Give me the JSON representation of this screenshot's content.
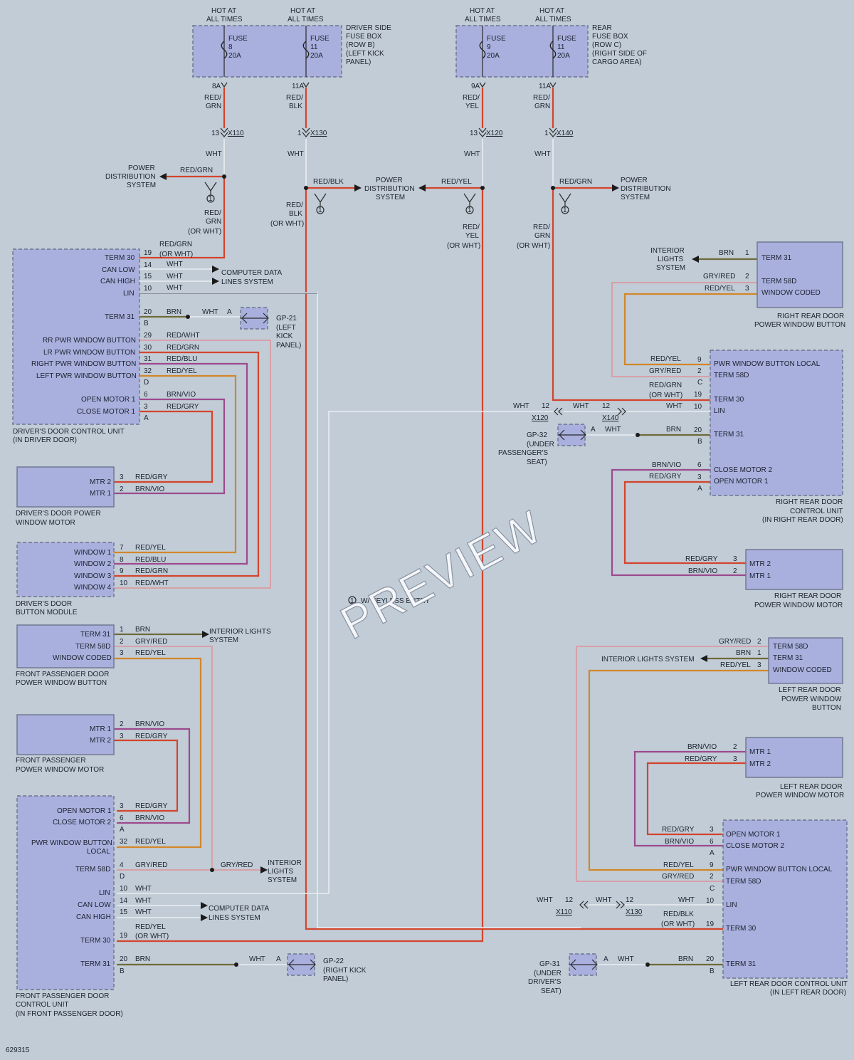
{
  "figure_id": "629315",
  "watermark": "PREVIEW",
  "footnote": "W/ KEYLESS ENTRY",
  "hot": "HOT AT",
  "all_times": "ALL TIMES",
  "fuse_word": "FUSE",
  "fuse_box_driver": [
    "DRIVER SIDE",
    "FUSE BOX",
    "(ROW B)",
    "(LEFT KICK",
    "PANEL)"
  ],
  "fuse_box_rear": [
    "REAR",
    "FUSE BOX",
    "(ROW C)",
    "(RIGHT SIDE OF",
    "CARGO AREA)"
  ],
  "fuses": [
    {
      "num": "8",
      "amp": "20A",
      "pin": "8A",
      "wire": [
        "RED/",
        "GRN"
      ],
      "conn_pin": "13",
      "conn": "X110"
    },
    {
      "num": "11",
      "amp": "20A",
      "pin": "11A",
      "wire": [
        "RED/",
        "BLK"
      ],
      "conn_pin": "1",
      "conn": "X130"
    },
    {
      "num": "9",
      "amp": "20A",
      "pin": "9A",
      "wire": [
        "RED/",
        "YEL"
      ],
      "conn_pin": "13",
      "conn": "X120"
    },
    {
      "num": "11",
      "amp": "20A",
      "pin": "11A",
      "wire": [
        "RED/",
        "GRN"
      ],
      "conn_pin": "1",
      "conn": "X140"
    }
  ],
  "wht": "WHT",
  "power_dist": [
    "POWER",
    "DISTRIBUTION",
    "SYSTEM"
  ],
  "splice_labels": {
    "s1_left": "RED/GRN",
    "s1_down": [
      "RED/",
      "GRN",
      "(OR WHT)"
    ],
    "s2_right": "RED/BLK",
    "s2_down": [
      "RED/",
      "BLK",
      "(OR WHT)"
    ],
    "s3_left": "RED/YEL",
    "s3_down": [
      "RED/",
      "YEL",
      "(OR WHT)"
    ],
    "s4_right": "RED/GRN",
    "s4_down": [
      "RED/",
      "GRN",
      "(OR WHT)"
    ]
  },
  "computer_data": [
    "COMPUTER DATA",
    "LINES SYSTEM"
  ],
  "interior_lights": [
    "INTERIOR LIGHTS",
    "SYSTEM"
  ],
  "interior_lights_3": [
    "INTERIOR",
    "LIGHTS",
    "SYSTEM"
  ],
  "interior_lights_single": "INTERIOR LIGHTS SYSTEM",
  "dcu": {
    "caption": [
      "DRIVER'S DOOR CONTROL UNIT",
      "(IN DRIVER DOOR)"
    ],
    "rows": [
      {
        "label": "TERM 30",
        "pin": "19",
        "wire": "RED/GRN",
        "wire2": "(OR WHT)"
      },
      {
        "label": "CAN LOW",
        "pin": "14",
        "wire": "WHT"
      },
      {
        "label": "CAN HIGH",
        "pin": "15",
        "wire": "WHT"
      },
      {
        "label": "LIN",
        "pin": "10",
        "wire": "WHT"
      },
      {
        "label": "TERM 31",
        "pin": "20",
        "wire": "BRN",
        "conn": "B"
      },
      {
        "label": "RR PWR WINDOW BUTTON",
        "pin": "29",
        "wire": "RED/WHT"
      },
      {
        "label": "LR PWR WINDOW BUTTON",
        "pin": "30",
        "wire": "RED/GRN"
      },
      {
        "label": "RIGHT PWR WINDOW BUTTON",
        "pin": "31",
        "wire": "RED/BLU"
      },
      {
        "label": "LEFT PWR WINDOW BUTTON",
        "pin": "32",
        "wire": "RED/YEL",
        "conn": "D"
      },
      {
        "label": "OPEN MOTOR 1",
        "pin": "6",
        "wire": "BRN/VIO"
      },
      {
        "label": "CLOSE MOTOR 1",
        "pin": "3",
        "wire": "RED/GRY",
        "conn": "A"
      }
    ]
  },
  "gp21": {
    "wire": "WHT",
    "pin": "A",
    "name": [
      "GP-21",
      "(LEFT",
      "KICK",
      "PANEL)"
    ]
  },
  "dpwm": {
    "caption": [
      "DRIVER'S DOOR POWER",
      "WINDOW MOTOR"
    ],
    "rows": [
      {
        "label": "MTR 2",
        "pin": "3",
        "wire": "RED/GRY"
      },
      {
        "label": "MTR 1",
        "pin": "2",
        "wire": "BRN/VIO"
      }
    ]
  },
  "dbm": {
    "caption": [
      "DRIVER'S DOOR",
      "BUTTON MODULE"
    ],
    "rows": [
      {
        "label": "WINDOW 1",
        "pin": "7",
        "wire": "RED/YEL"
      },
      {
        "label": "WINDOW 2",
        "pin": "8",
        "wire": "RED/BLU"
      },
      {
        "label": "WINDOW 3",
        "pin": "9",
        "wire": "RED/GRN"
      },
      {
        "label": "WINDOW 4",
        "pin": "10",
        "wire": "RED/WHT"
      }
    ]
  },
  "fpb": {
    "caption": [
      "FRONT PASSENGER DOOR",
      "POWER WINDOW BUTTON"
    ],
    "rows": [
      {
        "label": "TERM 31",
        "pin": "1",
        "wire": "BRN"
      },
      {
        "label": "TERM 58D",
        "pin": "2",
        "wire": "GRY/RED"
      },
      {
        "label": "WINDOW CODED",
        "pin": "3",
        "wire": "RED/YEL"
      }
    ]
  },
  "fpm": {
    "caption": [
      "FRONT PASSENGER",
      "POWER WINDOW MOTOR"
    ],
    "rows": [
      {
        "label": "MTR 1",
        "pin": "2",
        "wire": "BRN/VIO"
      },
      {
        "label": "MTR 2",
        "pin": "3",
        "wire": "RED/GRY"
      }
    ]
  },
  "fpcu": {
    "caption": [
      "FRONT PASSENGER DOOR",
      "CONTROL UNIT",
      "(IN FRONT PASSENGER DOOR)"
    ],
    "rows": [
      {
        "label": "OPEN MOTOR 1",
        "pin": "3",
        "wire": "RED/GRY"
      },
      {
        "label": "CLOSE MOTOR 2",
        "pin": "6",
        "wire": "BRN/VIO",
        "conn": "A"
      },
      {
        "label": "PWR WINDOW BUTTON",
        "label2": "LOCAL",
        "pin": "32",
        "wire": "RED/YEL"
      },
      {
        "label": "TERM 58D",
        "pin": "4",
        "wire": "GRY/RED",
        "conn": "D"
      },
      {
        "label": "LIN",
        "pin": "10",
        "wire": "WHT"
      },
      {
        "label": "CAN LOW",
        "pin": "14",
        "wire": "WHT"
      },
      {
        "label": "CAN HIGH",
        "pin": "15",
        "wire": "WHT"
      },
      {
        "label": "TERM 30",
        "pin": "19",
        "wire": "RED/YEL",
        "wire2": "(OR WHT)"
      },
      {
        "label": "TERM 31",
        "pin": "20",
        "wire": "BRN",
        "conn": "B"
      }
    ],
    "gry_red": "GRY/RED"
  },
  "gp22": {
    "wire": "WHT",
    "pin": "A",
    "name": [
      "GP-22",
      "(RIGHT KICK",
      "PANEL)"
    ]
  },
  "rrb": {
    "caption": [
      "RIGHT REAR DOOR",
      "POWER WINDOW BUTTON"
    ],
    "rows": [
      {
        "label": "TERM 31",
        "pin": "1",
        "wire": "BRN"
      },
      {
        "label": "TERM 58D",
        "pin": "2",
        "wire": "GRY/RED"
      },
      {
        "label": "WINDOW CODED",
        "pin": "3",
        "wire": "RED/YEL"
      }
    ]
  },
  "rrcu": {
    "caption": [
      "RIGHT REAR DOOR",
      "CONTROL UNIT",
      "(IN RIGHT REAR DOOR)"
    ],
    "rows": [
      {
        "label": "PWR WINDOW BUTTON LOCAL",
        "pin": "9",
        "wire": "RED/YEL"
      },
      {
        "label": "TERM 58D",
        "pin": "2",
        "wire": "GRY/RED",
        "conn": "C"
      },
      {
        "label": "TERM 30",
        "pin": "19",
        "wire": "RED/GRN",
        "wire2": "(OR WHT)"
      },
      {
        "label": "LIN",
        "pin": "10",
        "wire": "WHT"
      },
      {
        "label": "TERM 31",
        "pin": "20",
        "wire": "BRN",
        "conn": "B"
      },
      {
        "label": "CLOSE MOTOR 2",
        "pin": "6",
        "wire": "BRN/VIO"
      },
      {
        "label": "OPEN MOTOR 1",
        "pin": "3",
        "wire": "RED/GRY",
        "conn": "A"
      }
    ],
    "lin_path": {
      "p1": "12",
      "c1": "X120",
      "w2": "WHT",
      "p2": "12",
      "c2": "X140"
    }
  },
  "gp32": {
    "wire": "WHT",
    "pin": "A",
    "name": [
      "GP-32",
      "(UNDER",
      "PASSENGER'S",
      "SEAT)"
    ]
  },
  "rrm": {
    "caption": [
      "RIGHT REAR DOOR",
      "POWER WINDOW MOTOR"
    ],
    "rows": [
      {
        "label": "MTR 2",
        "pin": "3",
        "wire": "RED/GRY"
      },
      {
        "label": "MTR 1",
        "pin": "2",
        "wire": "BRN/VIO"
      }
    ]
  },
  "lrb": {
    "caption": [
      "LEFT REAR DOOR",
      "POWER WINDOW",
      "BUTTON"
    ],
    "rows": [
      {
        "label": "TERM 58D",
        "pin": "2",
        "wire": "GRY/RED"
      },
      {
        "label": "TERM 31",
        "pin": "1",
        "wire": "BRN"
      },
      {
        "label": "WINDOW CODED",
        "pin": "3",
        "wire": "RED/YEL"
      }
    ]
  },
  "lrm": {
    "caption": [
      "LEFT REAR DOOR",
      "POWER WINDOW MOTOR"
    ],
    "rows": [
      {
        "label": "MTR 1",
        "pin": "2",
        "wire": "BRN/VIO"
      },
      {
        "label": "MTR 2",
        "pin": "3",
        "wire": "RED/GRY"
      }
    ]
  },
  "lrcu": {
    "caption": [
      "LEFT REAR DOOR CONTROL UNIT",
      "(IN LEFT REAR DOOR)"
    ],
    "rows": [
      {
        "label": "OPEN MOTOR 1",
        "pin": "3",
        "wire": "RED/GRY"
      },
      {
        "label": "CLOSE MOTOR 2",
        "pin": "6",
        "wire": "BRN/VIO",
        "conn": "A"
      },
      {
        "label": "PWR WINDOW BUTTON LOCAL",
        "pin": "9",
        "wire": "RED/YEL"
      },
      {
        "label": "TERM 58D",
        "pin": "2",
        "wire": "GRY/RED",
        "conn": "C"
      },
      {
        "label": "LIN",
        "pin": "10",
        "wire": "WHT"
      },
      {
        "label": "TERM 30",
        "pin": "19",
        "wire": "RED/BLK",
        "wire2": "(OR WHT)"
      },
      {
        "label": "TERM 31",
        "pin": "20",
        "wire": "BRN",
        "conn": "B"
      }
    ],
    "lin_path": {
      "p1": "12",
      "c1": "X110",
      "w2": "WHT",
      "p2": "12",
      "c2": "X130"
    }
  },
  "gp31": {
    "wire": "WHT",
    "pin": "A",
    "name": [
      "GP-31",
      "(UNDER",
      "DRIVER'S",
      "SEAT)"
    ]
  }
}
